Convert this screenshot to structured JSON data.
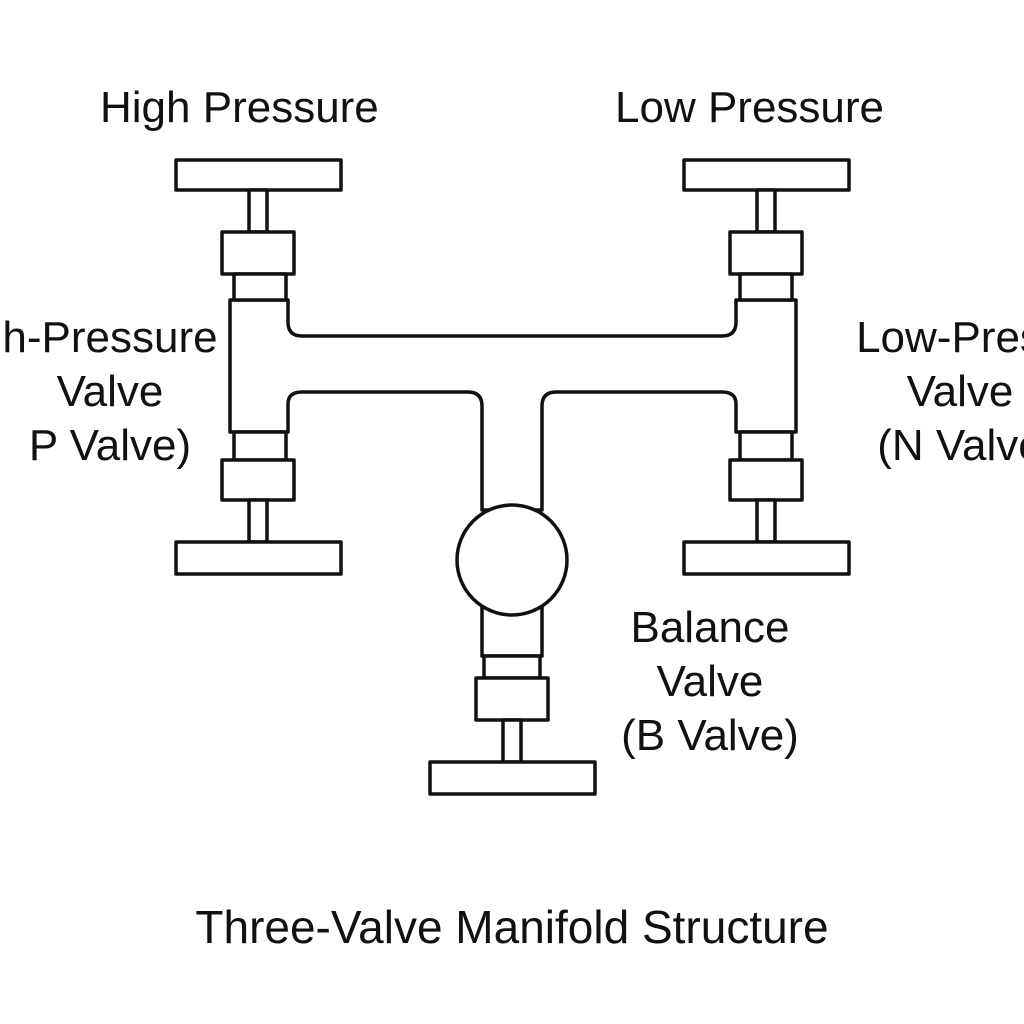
{
  "labels": {
    "high_pressure": "High Pressure",
    "low_pressure": "Low Pressure",
    "high_pressure_valve": {
      "line1": "h-Pressure",
      "line2": "Valve",
      "line3": "P Valve)"
    },
    "low_pressure_valve": {
      "line1": "Low-Press",
      "line2": "Valve",
      "line3": "(N Valve"
    },
    "balance_valve": {
      "line1": "Balance",
      "line2": "Valve",
      "line3": "(B Valve)"
    }
  },
  "title": "Three-Valve Manifold Structure",
  "colors": {
    "line": "#111111",
    "background": "#ffffff"
  }
}
